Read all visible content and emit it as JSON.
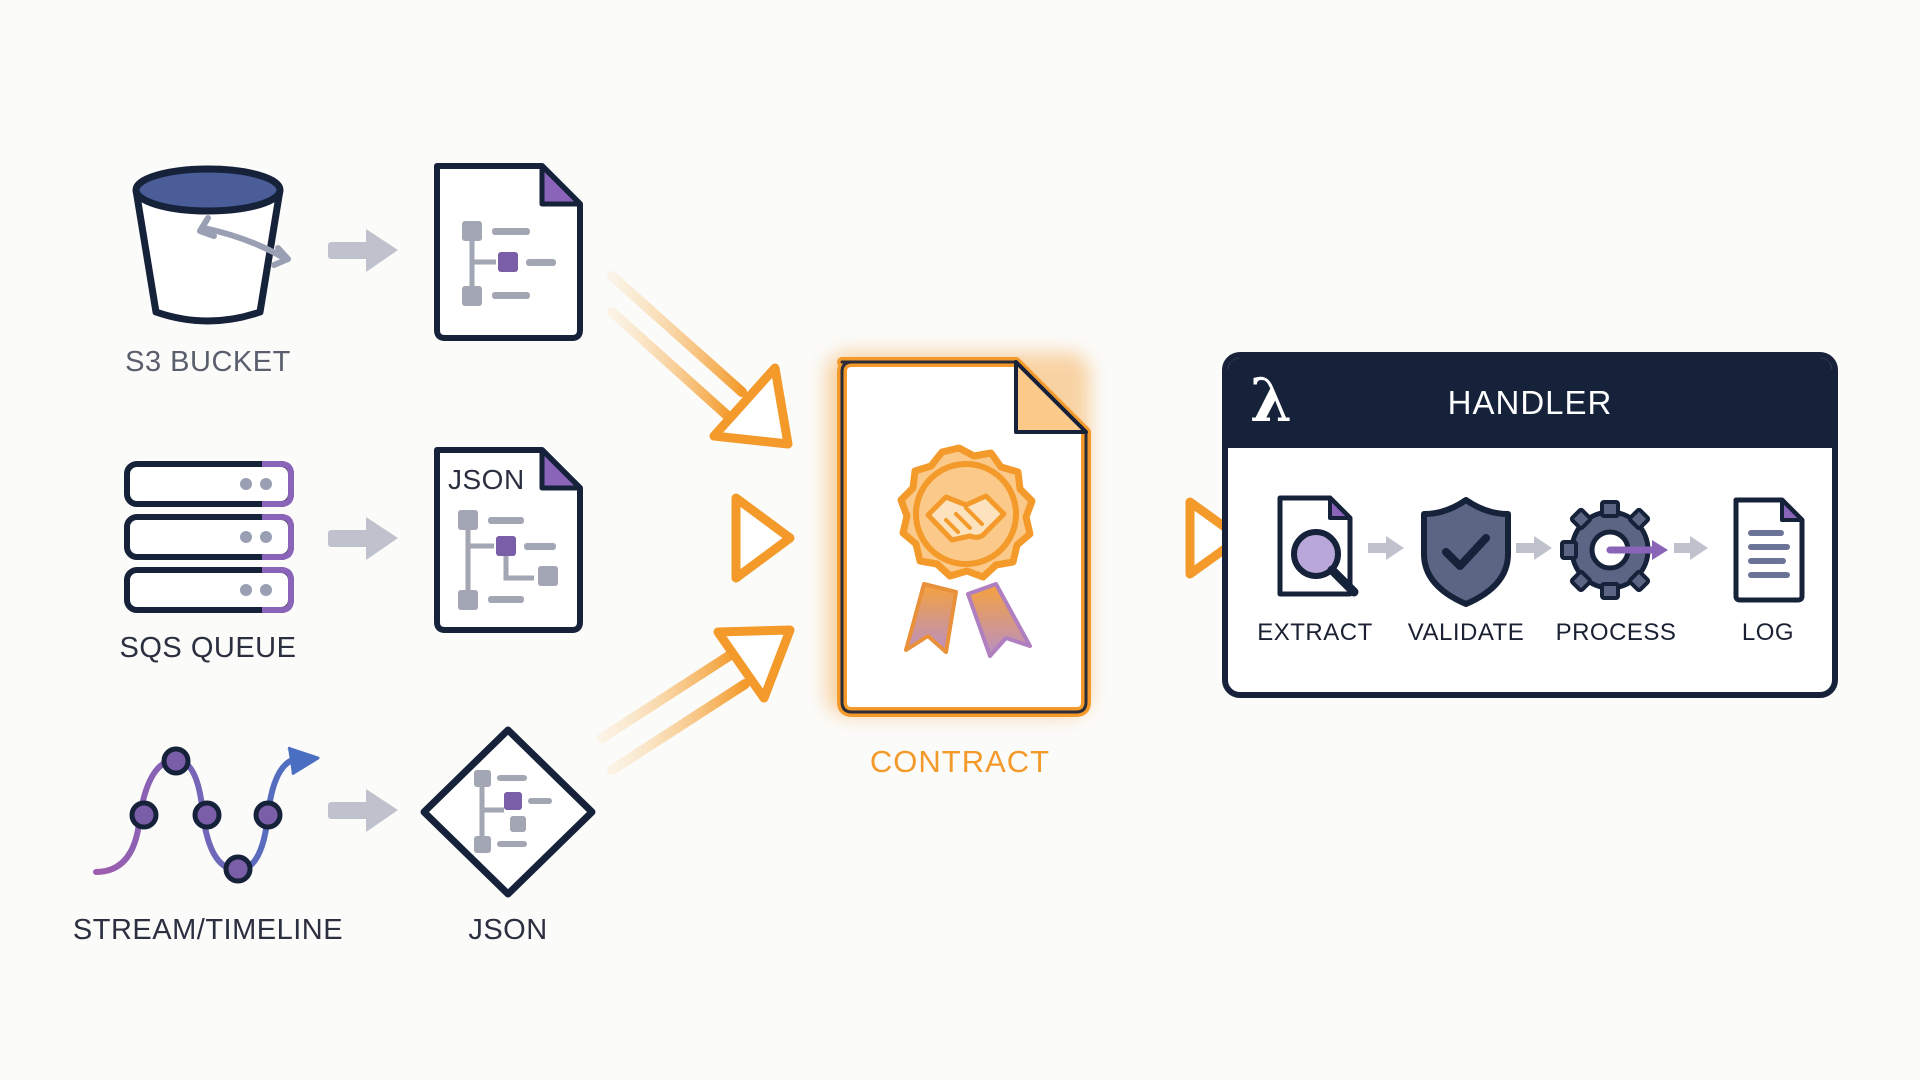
{
  "sources": [
    {
      "label": "S3 BUCKET",
      "icon": "bucket-icon"
    },
    {
      "label": "SQS QUEUE",
      "icon": "server-stack-icon"
    },
    {
      "label": "STREAM/TIMELINE",
      "icon": "timeline-wave-icon"
    }
  ],
  "schemas": [
    {
      "label": "",
      "icon": "schema-document-icon"
    },
    {
      "label": "JSON",
      "icon": "json-document-icon"
    },
    {
      "label": "JSON",
      "icon": "json-diamond-icon"
    }
  ],
  "contract": {
    "label": "CONTRACT",
    "icon": "contract-handshake-seal-icon"
  },
  "handler": {
    "title": "HANDLER",
    "lambda_symbol": "λ",
    "steps": [
      {
        "label": "EXTRACT",
        "icon": "magnifier-document-icon"
      },
      {
        "label": "VALIDATE",
        "icon": "shield-check-icon"
      },
      {
        "label": "PROCESS",
        "icon": "gear-arrow-icon"
      },
      {
        "label": "LOG",
        "icon": "log-document-icon"
      }
    ]
  },
  "colors": {
    "navy": "#16213a",
    "orange": "#f39a2b",
    "purple": "#7a5fa8",
    "gray_arrow": "#b9bcc7",
    "background": "#fbfbf9"
  }
}
